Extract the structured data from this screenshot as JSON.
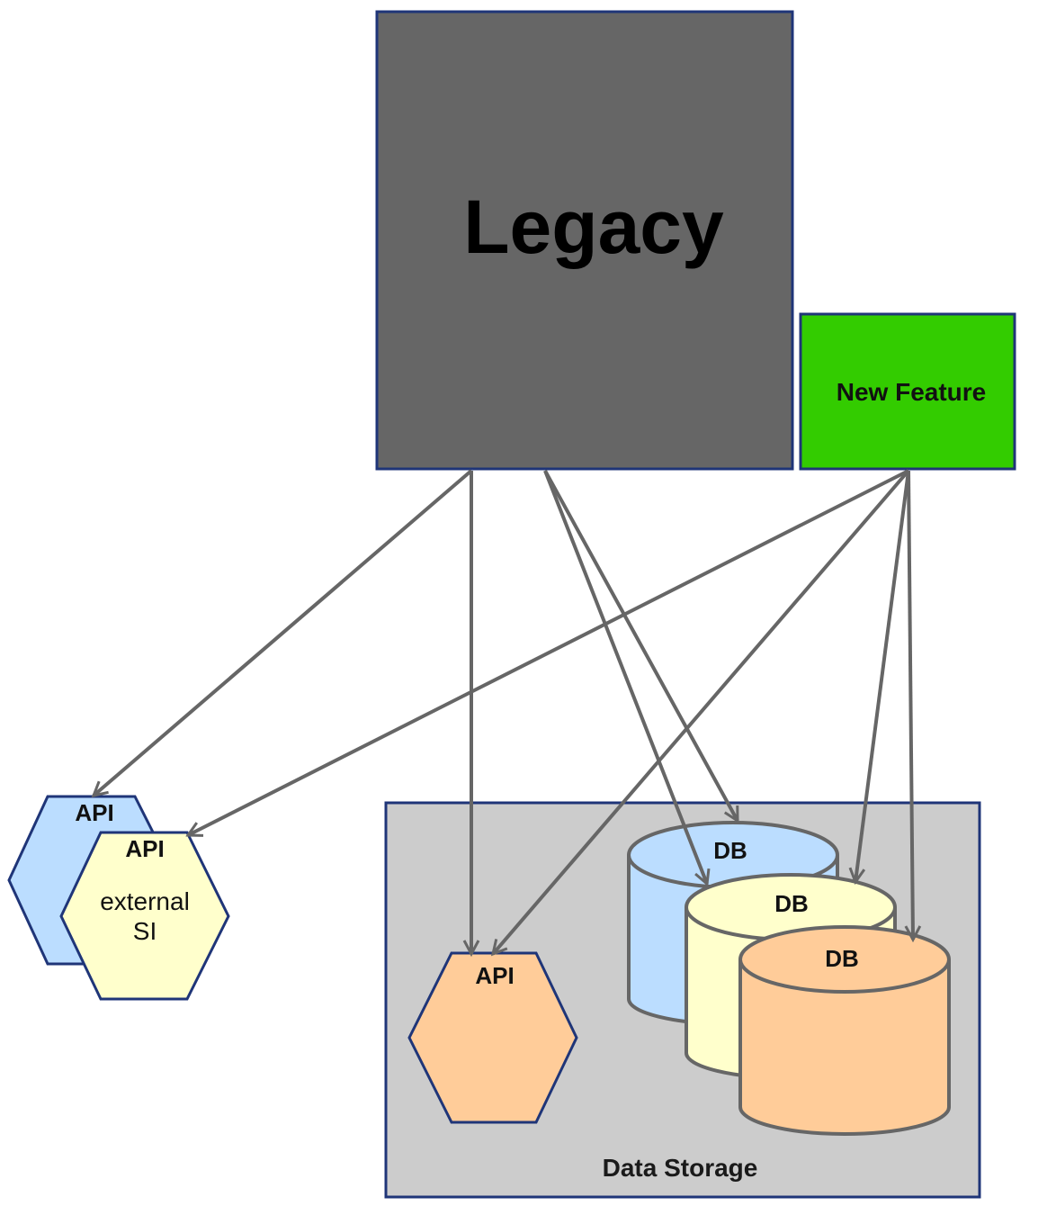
{
  "legacy": {
    "label": "Legacy",
    "fill": "#666666"
  },
  "new_feature": {
    "label": "New Feature",
    "fill": "#33cc00"
  },
  "external_apis": {
    "back_api_label": "API",
    "front_api_label": "API",
    "front_api_description_line1": "external",
    "front_api_description_line2": "SI",
    "back_fill": "#bbddff",
    "front_fill": "#ffffcc"
  },
  "data_storage": {
    "label": "Data Storage",
    "fill": "#cccccc",
    "api_label": "API",
    "api_fill": "#ffcc99",
    "databases": [
      {
        "label": "DB",
        "fill": "#bbddff"
      },
      {
        "label": "DB",
        "fill": "#ffffcc"
      },
      {
        "label": "DB",
        "fill": "#ffcc99"
      }
    ]
  },
  "colors": {
    "border": "#1f3578",
    "arrow": "#666666",
    "db_stroke": "#666666"
  }
}
